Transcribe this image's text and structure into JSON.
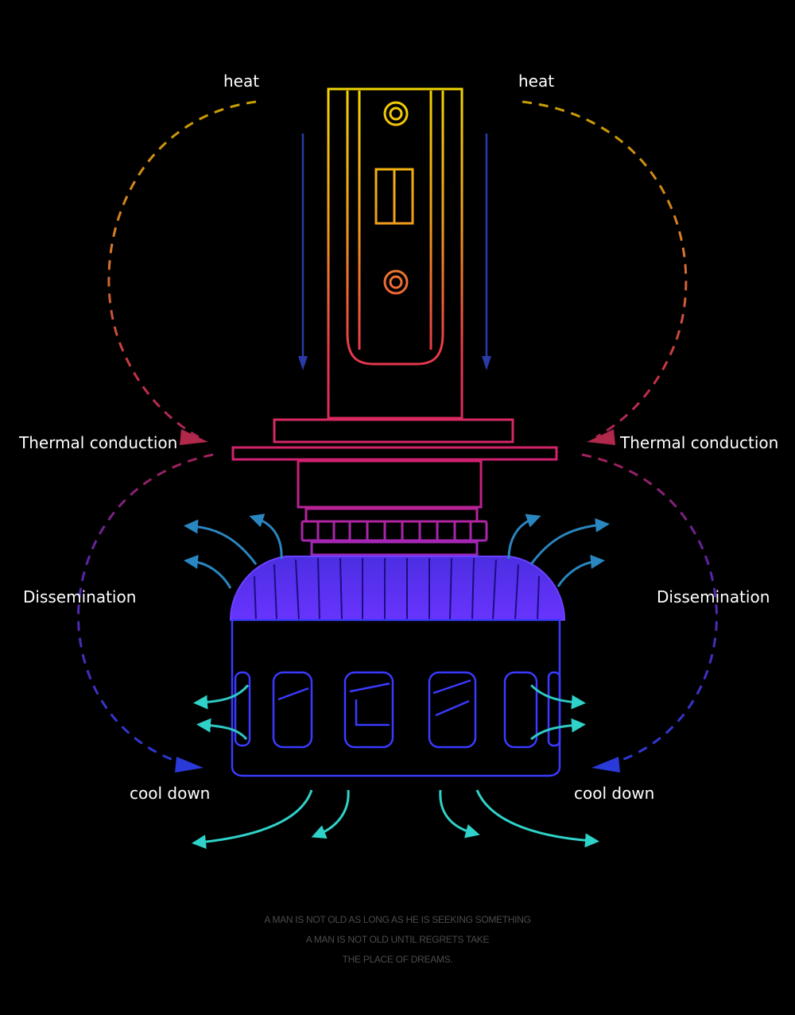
{
  "labels": {
    "heat_left": "heat",
    "heat_right": "heat",
    "thermal_left": "Thermal conduction",
    "thermal_right": "Thermal conduction",
    "dissemination_left": "Dissemination",
    "dissemination_right": "Dissemination",
    "cool_left": "cool down",
    "cool_right": "cool down"
  },
  "footer": {
    "line1": "A MAN IS NOT OLD AS LONG AS HE IS SEEKING SOMETHING",
    "line2": "A MAN IS NOT OLD UNTIL REGRETS TAKE",
    "line3": "THE PLACE OF DREAMS."
  },
  "colors": {
    "background": "#000000",
    "heat_gold": "#e6b400",
    "heat_orange": "#e07a20",
    "heat_red": "#e0304a",
    "conduction_magenta": "#c8206a",
    "dissemination_purple": "#5a28c8",
    "cool_blue": "#2b3be0",
    "airflow_cyan": "#2fd2c8",
    "airflow_blue": "#2a7fbf"
  }
}
